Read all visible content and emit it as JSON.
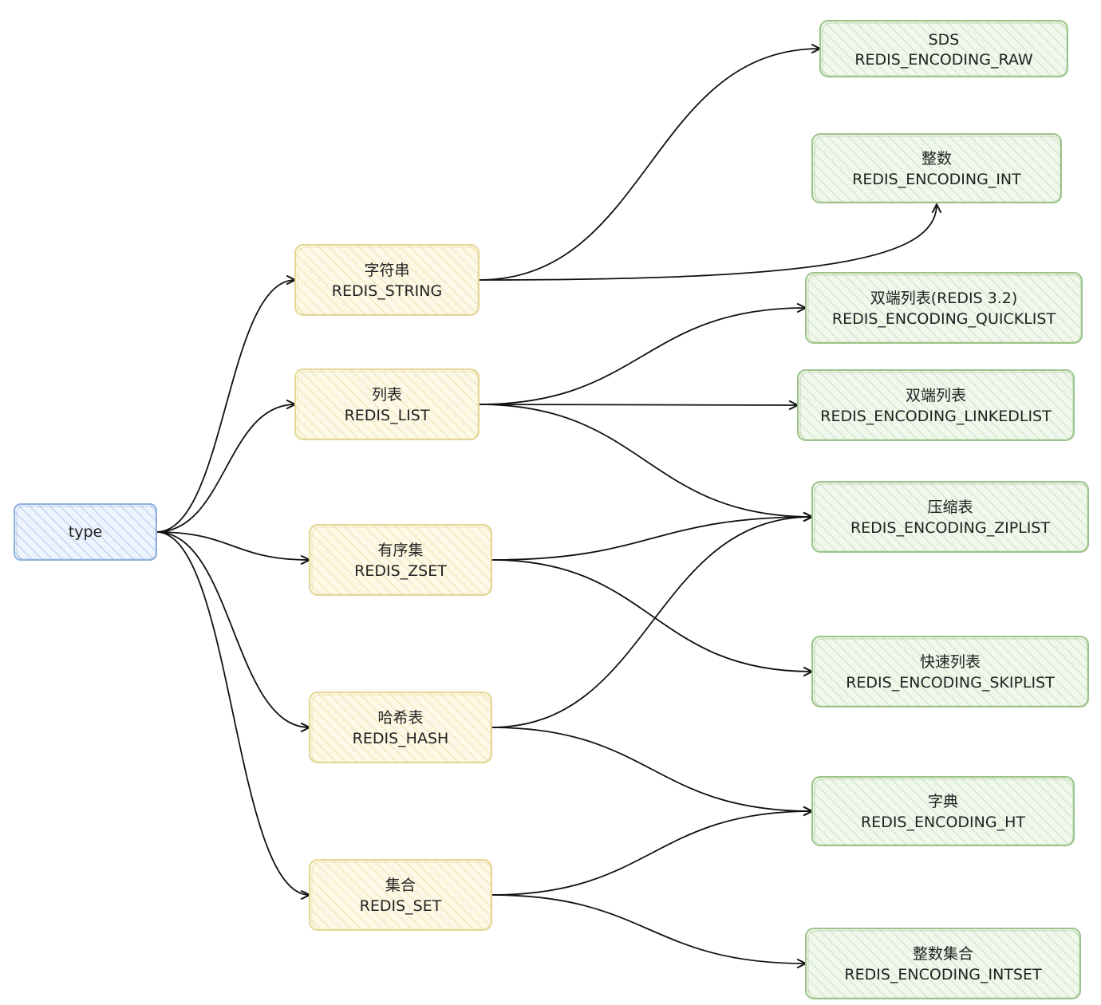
{
  "type_node": {
    "label": "type"
  },
  "data_types": [
    {
      "title": "字符串",
      "name": "REDIS_STRING"
    },
    {
      "title": "列表",
      "name": "REDIS_LIST"
    },
    {
      "title": "有序集",
      "name": "REDIS_ZSET"
    },
    {
      "title": "哈希表",
      "name": "REDIS_HASH"
    },
    {
      "title": "集合",
      "name": "REDIS_SET"
    }
  ],
  "encodings": [
    {
      "title": "SDS",
      "name": "REDIS_ENCODING_RAW"
    },
    {
      "title": "整数",
      "name": "REDIS_ENCODING_INT"
    },
    {
      "title": "双端列表(REDIS 3.2)",
      "name": "REDIS_ENCODING_QUICKLIST"
    },
    {
      "title": "双端列表",
      "name": "REDIS_ENCODING_LINKEDLIST"
    },
    {
      "title": "压缩表",
      "name": "REDIS_ENCODING_ZIPLIST"
    },
    {
      "title": "快速列表",
      "name": "REDIS_ENCODING_SKIPLIST"
    },
    {
      "title": "字典",
      "name": "REDIS_ENCODING_HT"
    },
    {
      "title": "整数集合",
      "name": "REDIS_ENCODING_INTSET"
    }
  ],
  "edges": [
    {
      "from": "type",
      "to": "REDIS_STRING"
    },
    {
      "from": "type",
      "to": "REDIS_LIST"
    },
    {
      "from": "type",
      "to": "REDIS_ZSET"
    },
    {
      "from": "type",
      "to": "REDIS_HASH"
    },
    {
      "from": "type",
      "to": "REDIS_SET"
    },
    {
      "from": "REDIS_STRING",
      "to": "REDIS_ENCODING_RAW"
    },
    {
      "from": "REDIS_STRING",
      "to": "REDIS_ENCODING_INT"
    },
    {
      "from": "REDIS_LIST",
      "to": "REDIS_ENCODING_QUICKLIST"
    },
    {
      "from": "REDIS_LIST",
      "to": "REDIS_ENCODING_LINKEDLIST"
    },
    {
      "from": "REDIS_LIST",
      "to": "REDIS_ENCODING_ZIPLIST"
    },
    {
      "from": "REDIS_ZSET",
      "to": "REDIS_ENCODING_ZIPLIST"
    },
    {
      "from": "REDIS_ZSET",
      "to": "REDIS_ENCODING_SKIPLIST"
    },
    {
      "from": "REDIS_HASH",
      "to": "REDIS_ENCODING_ZIPLIST"
    },
    {
      "from": "REDIS_HASH",
      "to": "REDIS_ENCODING_HT"
    },
    {
      "from": "REDIS_SET",
      "to": "REDIS_ENCODING_HT"
    },
    {
      "from": "REDIS_SET",
      "to": "REDIS_ENCODING_INTSET"
    }
  ],
  "colors": {
    "type_fill": "#eef4fc",
    "type_hatch": "#b7cdef",
    "type_border": "#8fb0de",
    "datatype_fill": "#fdf9e6",
    "datatype_hatch": "#efe2b4",
    "datatype_border": "#e6d696",
    "encoding_fill": "#f0f7ec",
    "encoding_hatch": "#cfe3c3",
    "encoding_border": "#9cc48a",
    "edge": "#111111",
    "text": "#222222"
  }
}
